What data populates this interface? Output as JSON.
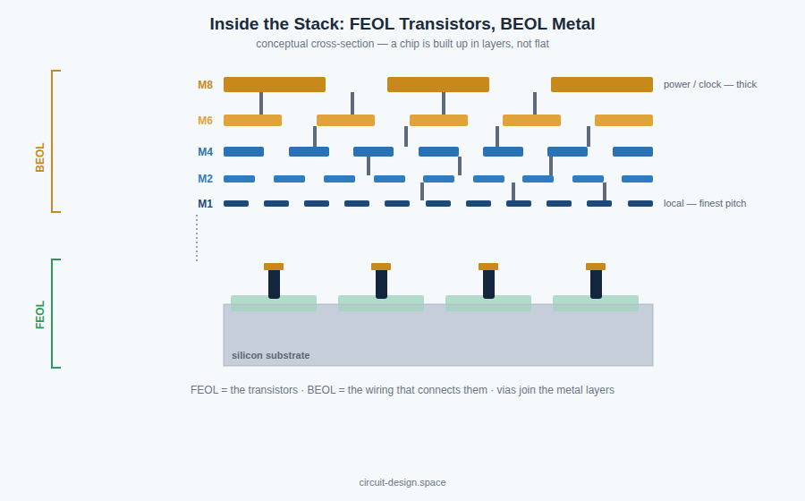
{
  "diagram": {
    "title": "Inside the Stack: FEOL Transistors, BEOL Metal",
    "caption": "FEOL = the transistors · BEOL = the wiring that connects them · vias join the metal layers",
    "nodes": [
      {
        "text": [
          "silicon substrate"
        ]
      }
    ],
    "labels": [
      "conceptual cross-section — a chip is built up in layers, not flat",
      "M8",
      "M6",
      "M4",
      "M2",
      "M1",
      "power / clock — thick",
      "local — finest pitch",
      "BEOL",
      "FEOL",
      "circuit-design.space"
    ]
  }
}
